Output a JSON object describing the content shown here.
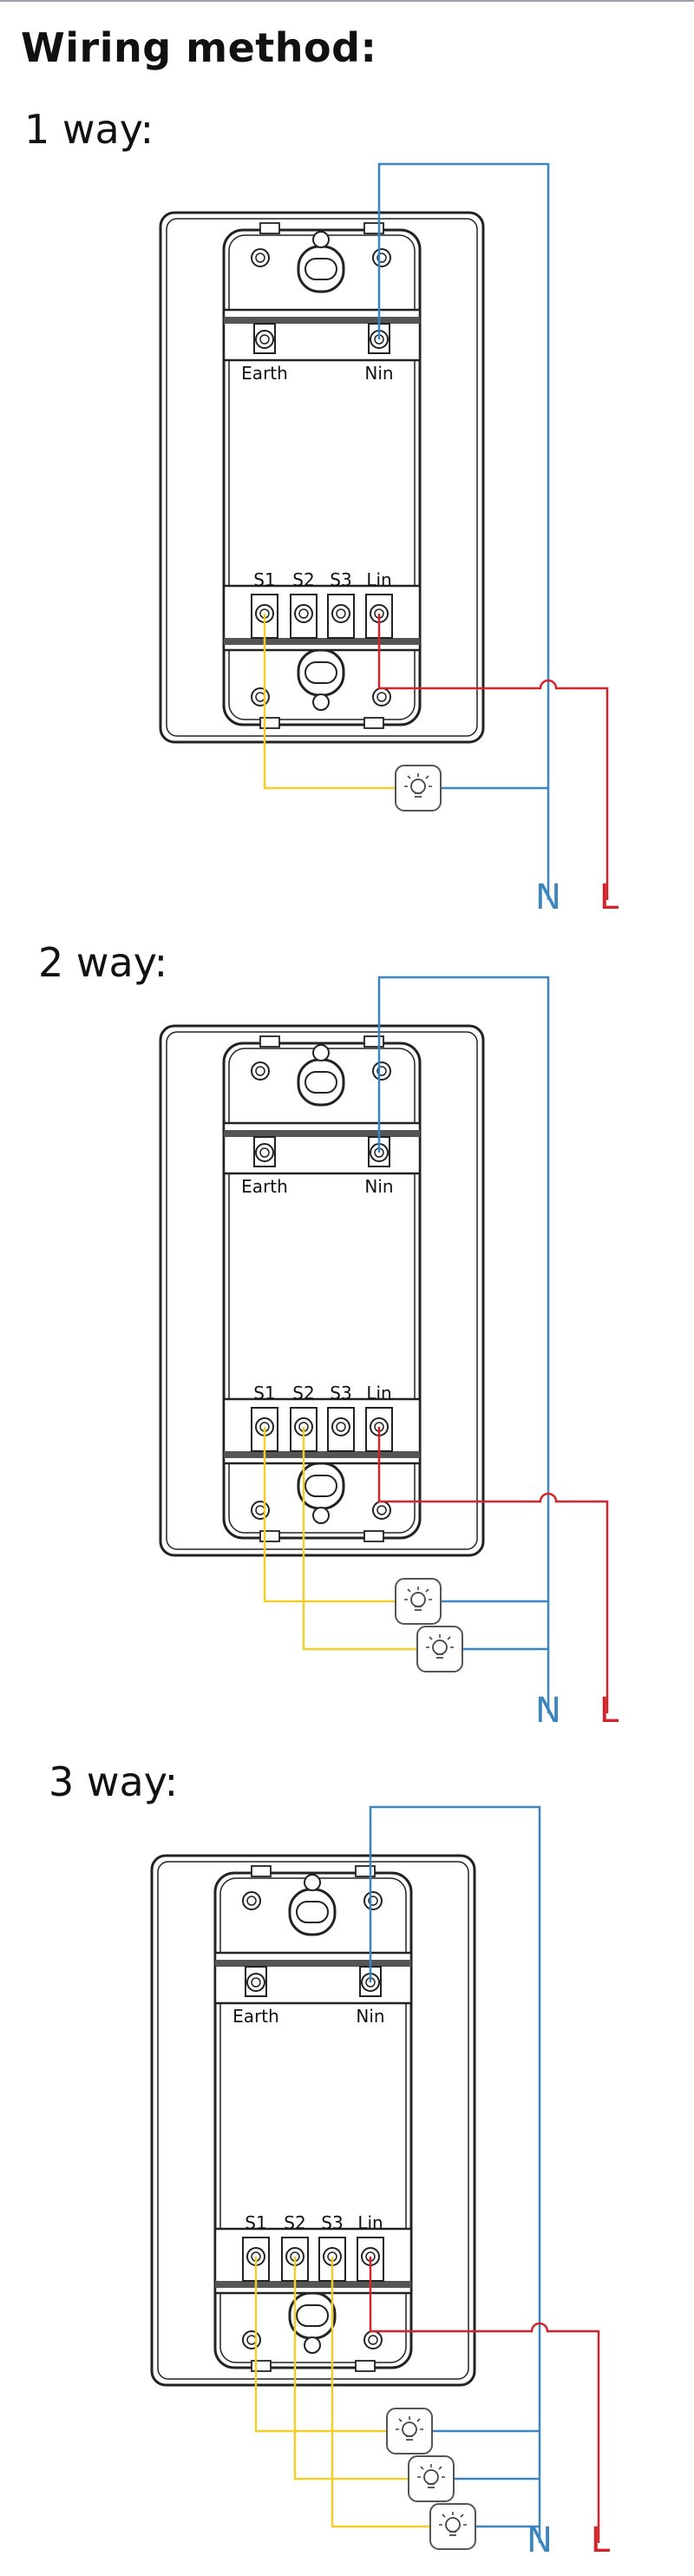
{
  "title": "Wiring method:",
  "colors": {
    "neutral": "#3b86c0",
    "live": "#d2242a",
    "switched": "#f0cf2c",
    "outline": "#222222"
  },
  "terminals": {
    "earth": "Earth",
    "nin": "Nin",
    "s1": "S1",
    "s2": "S2",
    "s3": "S3",
    "lin": "Lin"
  },
  "lines": {
    "n": "N",
    "l": "L"
  },
  "icons": {
    "bulb": "bulb-icon"
  },
  "sections": [
    {
      "label": "1 way:",
      "lamps": 1
    },
    {
      "label": "2 way:",
      "lamps": 2
    },
    {
      "label": "3 way:",
      "lamps": 3
    }
  ]
}
